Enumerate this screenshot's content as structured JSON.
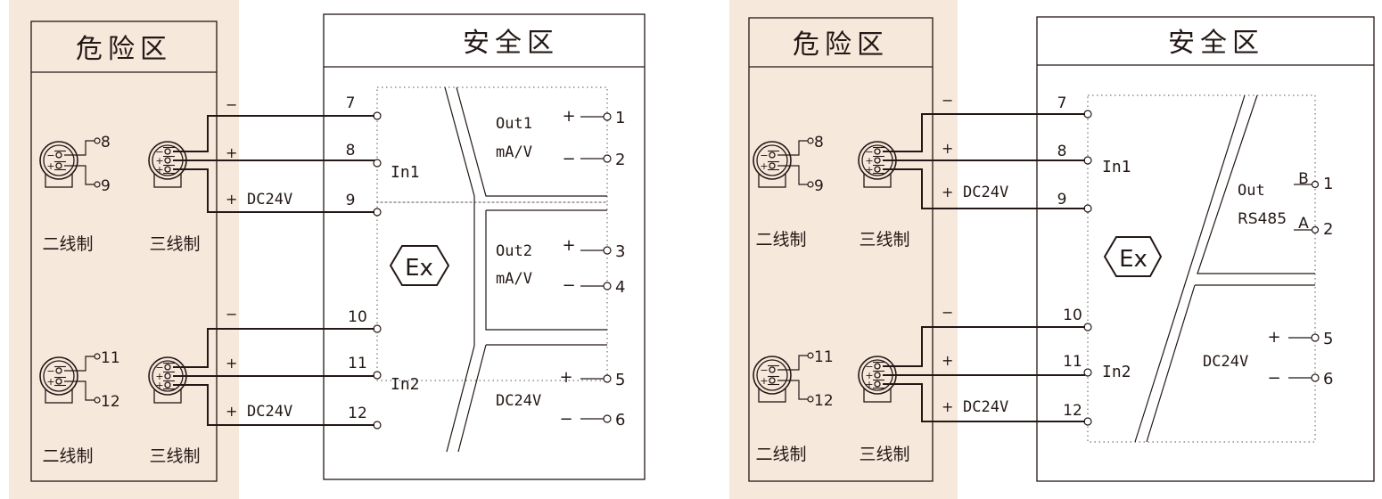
{
  "colors": {
    "hazard_bg": "#f7e8dc",
    "line": "#231815",
    "safe_bg": "#ffffff"
  },
  "panels": [
    {
      "id": "mA-V-output",
      "hazard": {
        "title": "危险区",
        "channels": [
          {
            "two_wire_terminals": [
              "8",
              "9"
            ],
            "two_wire_label": "二线制",
            "three_wire_label": "三线制",
            "wire_labels": {
              "minus": "−",
              "plus": "+",
              "supply_plus": "+",
              "supply": "DC24V"
            }
          },
          {
            "two_wire_terminals": [
              "11",
              "12"
            ],
            "two_wire_label": "二线制",
            "three_wire_label": "三线制",
            "wire_labels": {
              "minus": "−",
              "plus": "+",
              "supply_plus": "+",
              "supply": "DC24V"
            }
          }
        ]
      },
      "safe": {
        "title": "安全区",
        "inputs": [
          {
            "label": "In1",
            "terminals": [
              "7",
              "8",
              "9"
            ]
          },
          {
            "label": "In2",
            "terminals": [
              "10",
              "11",
              "12"
            ]
          }
        ],
        "ex_symbol": "Ex",
        "outputs": [
          {
            "label_line1": "Out1",
            "label_line2": "mA/V",
            "pins": [
              {
                "sign": "+",
                "num": "1"
              },
              {
                "sign": "−",
                "num": "2"
              }
            ]
          },
          {
            "label_line1": "Out2",
            "label_line2": "mA/V",
            "pins": [
              {
                "sign": "+",
                "num": "3"
              },
              {
                "sign": "−",
                "num": "4"
              }
            ]
          }
        ],
        "power": {
          "label": "DC24V",
          "pins": [
            {
              "sign": "+",
              "num": "5"
            },
            {
              "sign": "−",
              "num": "6"
            }
          ]
        }
      }
    },
    {
      "id": "rs485-output",
      "hazard": {
        "title": "危险区",
        "channels": [
          {
            "two_wire_terminals": [
              "8",
              "9"
            ],
            "two_wire_label": "二线制",
            "three_wire_label": "三线制",
            "wire_labels": {
              "minus": "−",
              "plus": "+",
              "supply_plus": "+",
              "supply": "DC24V"
            }
          },
          {
            "two_wire_terminals": [
              "11",
              "12"
            ],
            "two_wire_label": "二线制",
            "three_wire_label": "三线制",
            "wire_labels": {
              "minus": "−",
              "plus": "+",
              "supply_plus": "+",
              "supply": "DC24V"
            }
          }
        ]
      },
      "safe": {
        "title": "安全区",
        "inputs": [
          {
            "label": "In1",
            "terminals": [
              "7",
              "8",
              "9"
            ]
          },
          {
            "label": "In2",
            "terminals": [
              "10",
              "11",
              "12"
            ]
          }
        ],
        "ex_symbol": "Ex",
        "outputs": [
          {
            "label_line1": "Out",
            "label_line2": "RS485",
            "pins": [
              {
                "sign": "B",
                "num": "1"
              },
              {
                "sign": "A",
                "num": "2"
              }
            ]
          }
        ],
        "power": {
          "label": "DC24V",
          "pins": [
            {
              "sign": "+",
              "num": "5"
            },
            {
              "sign": "−",
              "num": "6"
            }
          ]
        }
      }
    }
  ]
}
